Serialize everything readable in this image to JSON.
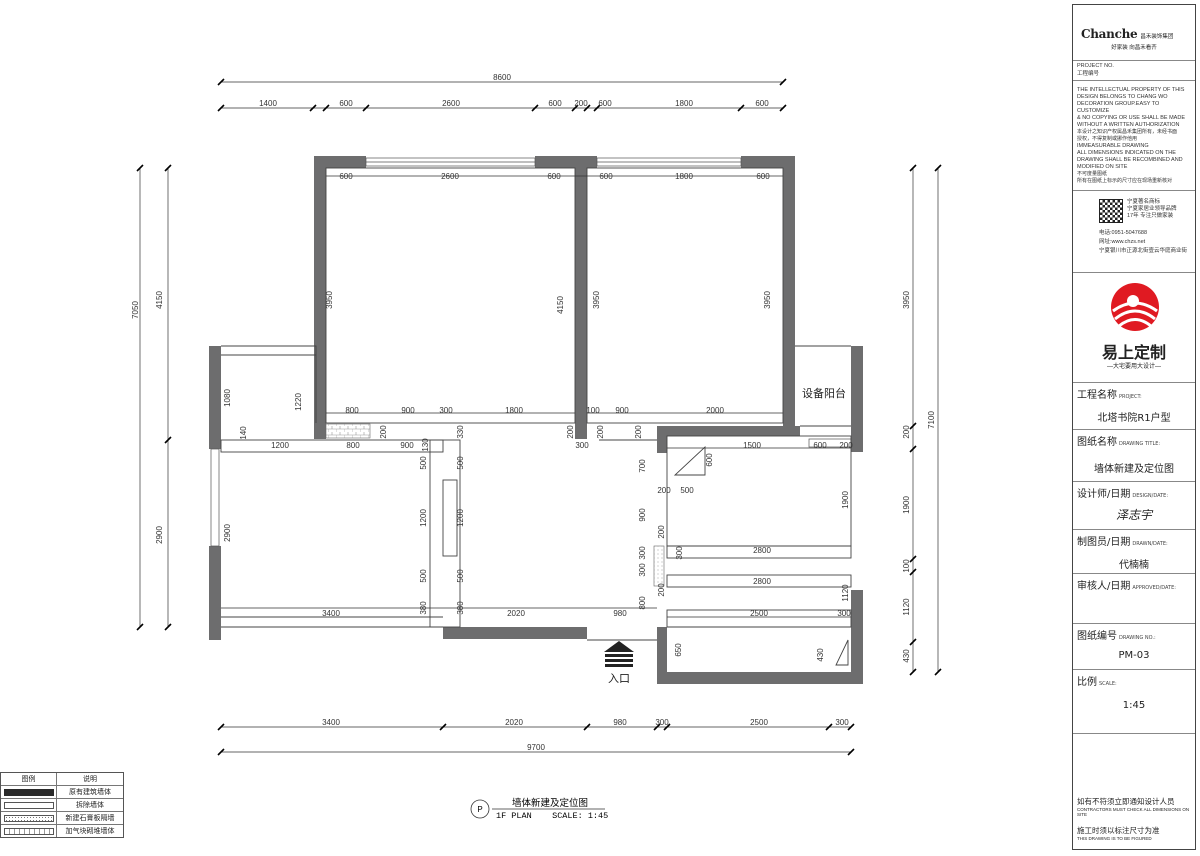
{
  "plan": {
    "room_label": "设备阳台",
    "entrance_label": "入口",
    "dims": {
      "top_total": "8600",
      "bottom_total": "9700",
      "right_total": "7100",
      "left_total": "7050",
      "t1": "1400",
      "t2": "600",
      "t3": "2600",
      "t4": "600",
      "t5": "200",
      "t6": "600",
      "t7": "1800",
      "t8": "600",
      "i600a": "600",
      "i2600": "2600",
      "i600b": "600",
      "i600c": "600",
      "i1800": "1800",
      "i600d": "600",
      "v4150": "4150",
      "v2900": "2900",
      "r3950": "3950",
      "r200": "200",
      "r1900": "1900",
      "r100": "100",
      "r1120": "1120",
      "r430": "430",
      "in3950a": "3950",
      "in4150": "4150",
      "in3950b": "3950",
      "in3950c": "3950",
      "h800a": "800",
      "h900a": "900",
      "h300a": "300",
      "h1800": "1800",
      "h100": "100",
      "h900b": "900",
      "h2000": "2000",
      "h1200": "1200",
      "h800b": "800",
      "h900c": "900",
      "h300b": "300",
      "h1500": "1500",
      "h600": "600",
      "h200a": "200",
      "h200b": "200",
      "h500a": "500",
      "h2800a": "2800",
      "h2800b": "2800",
      "h3400": "3400",
      "h2020": "2020",
      "h980": "980",
      "h2500": "2500",
      "h300c": "300",
      "vl1080": "1080",
      "vl1220": "1220",
      "vl2900": "2900",
      "vl140": "140",
      "vm500a": "500",
      "vm500b": "500",
      "vm1200a": "1200",
      "vm1200b": "1200",
      "vm500c": "500",
      "vm500d": "500",
      "vm380a": "380",
      "vm380b": "380",
      "vm200a": "200",
      "vm130": "130",
      "vm330": "330",
      "vm200b": "200",
      "vr700": "700",
      "vr600": "600",
      "vr900": "900",
      "vr1900": "1900",
      "vr300": "300",
      "vr300b": "300",
      "vr800": "800",
      "vr650": "650",
      "vr430": "430",
      "vr1120": "1120",
      "vr200": "200",
      "vr200b": "200",
      "vr200c": "200",
      "vr200d": "200",
      "vr300c": "300",
      "b3400": "3400",
      "b2020": "2020",
      "b980": "980",
      "b300a": "300",
      "b2500": "2500",
      "b300b": "300"
    }
  },
  "caption": {
    "marker": "P",
    "title": "墙体新建及定位图",
    "subtitle": "1F PLAN    SCALE: 1:45"
  },
  "legend": {
    "header_symbol": "图例",
    "header_desc": "说明",
    "rows": [
      {
        "desc": "原有建筑墙体"
      },
      {
        "desc": "拆除墙体"
      },
      {
        "desc": "新建石膏板隔墙"
      },
      {
        "desc": "加气块砌堆墙体"
      }
    ]
  },
  "titleblock": {
    "logo_text": "Chanche",
    "logo_cn": "昌禾装饰集团",
    "logo_slogan": "好家装  向昌禾看齐",
    "project_no_label": "PROJECT NO.",
    "project_no_cn": "工程编号",
    "copyright": [
      "THE INTELLECTUAL PROPERTY OF THIS",
      "DESIGN BELONGS TO CHANG WO",
      "DECORATION GROUP.EASY TO CUSTOMIZE",
      "& NO COPYING OR USE SHALL BE MADE",
      "WITHOUT A WRITTEN AUTHORIZATION",
      "本设计之知识产权属昌禾集团所有，未经书面",
      "授权，不得复制或挪作他用",
      "IMMEASURABLE DRAWING",
      "ALL DIMENSIONS INDICATED ON THE",
      "DRAWING SHALL BE RECOMBINED AND",
      "MODIFIED ON SITE",
      "不可度量图纸",
      "所有在图纸上标示的尺寸应在现场重新核对"
    ],
    "brand_lines": [
      "宁夏著名商标",
      "宁夏家居业领导品牌",
      "17年 专注只做家装"
    ],
    "phone": "电话:0951-5047688",
    "website": "网址:www.chzs.net",
    "address": "宁夏银川市正源北街壹云华庭商业街",
    "brand_name": "易上定制",
    "brand_slogan": "—大宅要用大设计—",
    "project_name_label": "工程名称",
    "project_name_en": "PROJECT:",
    "project_name": "北塔书院R1户型",
    "drawing_title_label": "图纸名称",
    "drawing_title_en": "DRAWING TITLE:",
    "drawing_title": "墙体新建及定位图",
    "designer_label": "设计师/日期",
    "designer_en": "DESIGN/DATE:",
    "designer_sig": "泽志宇",
    "drawn_label": "制图员/日期",
    "drawn_en": "DRAWN/DATE:",
    "drawn_name": "代楠楠",
    "approved_label": "审核人/日期",
    "approved_en": "APPROVED/DATE:",
    "drawing_no_label": "图纸编号",
    "drawing_no_en": "DRAWING NO.:",
    "drawing_no": "PM-03",
    "scale_label": "比例",
    "scale_en": "SCALE:",
    "scale": "1:45",
    "notice1": "如有不符须立即通知设计人员",
    "notice1_en": "CONTRACTORS MUST CHECK ALL DIMENSIONS ON SITE",
    "notice2": "施工时须以标注尺寸为准",
    "notice2_en": "THIS DRAWING IS TO BE FIGURED"
  },
  "colors": {
    "wall": "#6d6d6e",
    "line": "#333333"
  }
}
